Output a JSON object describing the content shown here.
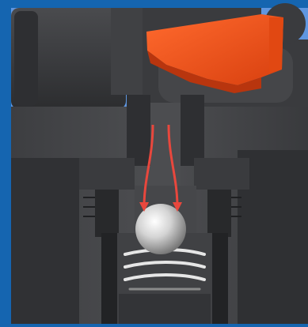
{
  "figure": {
    "title": "",
    "colors": {
      "frame_blue": "#1565b0",
      "sky_blue": "#5f96e0",
      "body_dark": "#3a3b3d",
      "body_mid": "#4a4b4e",
      "body_light": "#5c5d60",
      "handle_orange": "#f2501c",
      "handle_orange_dark": "#b8350e",
      "flow_arrow": "#e8473d",
      "ball": "#d9d9d9",
      "spring": "#e6e6e6"
    },
    "parts": [
      {
        "name": "valve-body",
        "icon": "valve-body-shape"
      },
      {
        "name": "orange-lever-handle",
        "icon": "lever-handle-shape"
      },
      {
        "name": "flow-channel",
        "icon": "channel-shape"
      },
      {
        "name": "check-ball",
        "icon": "sphere-shape"
      },
      {
        "name": "compression-spring",
        "icon": "coil-spring-shape"
      }
    ],
    "flow_arrows": 2
  }
}
